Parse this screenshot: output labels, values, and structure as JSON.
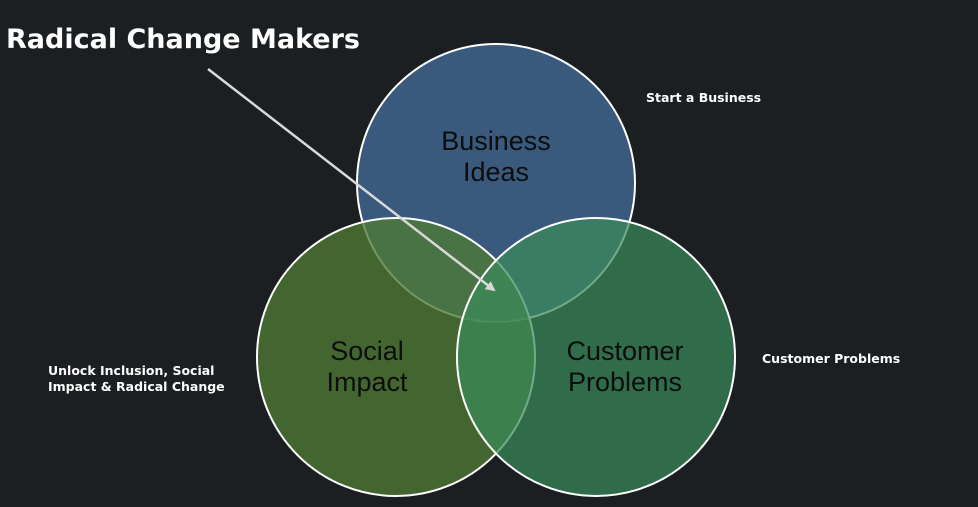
{
  "title": "Radical Change Makers",
  "annotations": {
    "start_business": "Start a Business",
    "customer_problems": "Customer Problems",
    "unlock_line1": "Unlock Inclusion, Social",
    "unlock_line2": "Impact & Radical Change"
  },
  "circles": {
    "business": {
      "line1": "Business",
      "line2": "Ideas",
      "color": "#3c5f86"
    },
    "social": {
      "line1": "Social",
      "line2": "Impact",
      "color": "#4a6c37"
    },
    "customer": {
      "line1": "Customer",
      "line2": "Problems",
      "color": "#32784f"
    }
  },
  "colors": {
    "background": "#1c1f21",
    "outline": "#ffffff",
    "arrow": "#d9d9d9"
  }
}
